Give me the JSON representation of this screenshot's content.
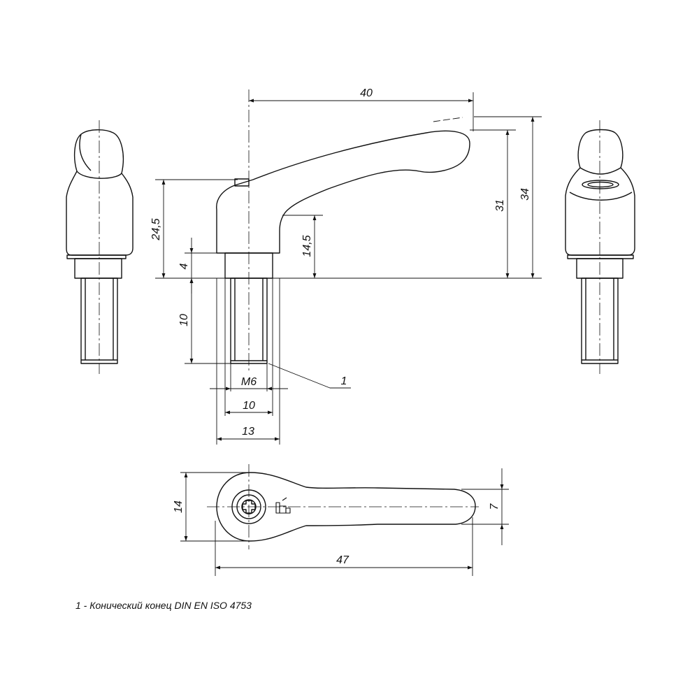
{
  "drawing": {
    "dimensions": {
      "top_length": "40",
      "total_height": "34",
      "lever_height": "31",
      "body_height": "24,5",
      "inner_height": "14,5",
      "collar_height": "4",
      "thread_length": "10",
      "thread": "M6",
      "collar_diameter": "10",
      "hub_diameter": "13",
      "hub_width": "14",
      "tip_width": "7",
      "overall_length": "47"
    },
    "callout": "1",
    "note": "1 - Конический конец DIN EN ISO 4753"
  }
}
